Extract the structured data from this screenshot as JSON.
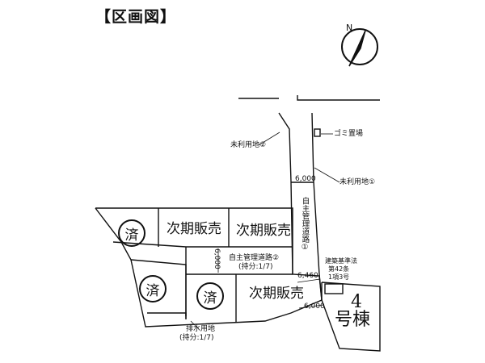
{
  "title": "【区画図】",
  "compass": {
    "north_label": "N",
    "icon": "north-arrow-icon"
  },
  "lots": {
    "sold_label": "済",
    "next_sale_1": "次期販売",
    "next_sale_2": "次期販売",
    "next_sale_3": "次期販売",
    "unit4_line1": "4",
    "unit4_line2": "号棟"
  },
  "labels": {
    "garbage": "ゴミ置場",
    "land_use_1": "未利用地①",
    "land_use_2": "未利用地②",
    "private_road_1": "自主管理道路①",
    "private_road_2": "自主管理道路②",
    "road_2_share": "(持分:1/7)",
    "drainage": "排水用地",
    "drainage_share": "(持分:1/7)",
    "building_std_1": "建築基準法",
    "building_std_2": "第42条",
    "building_std_3": "1項3号"
  },
  "dimensions": {
    "d1": "6,000",
    "d2": "6,000",
    "d3": "6,460",
    "d4": "6,000"
  }
}
